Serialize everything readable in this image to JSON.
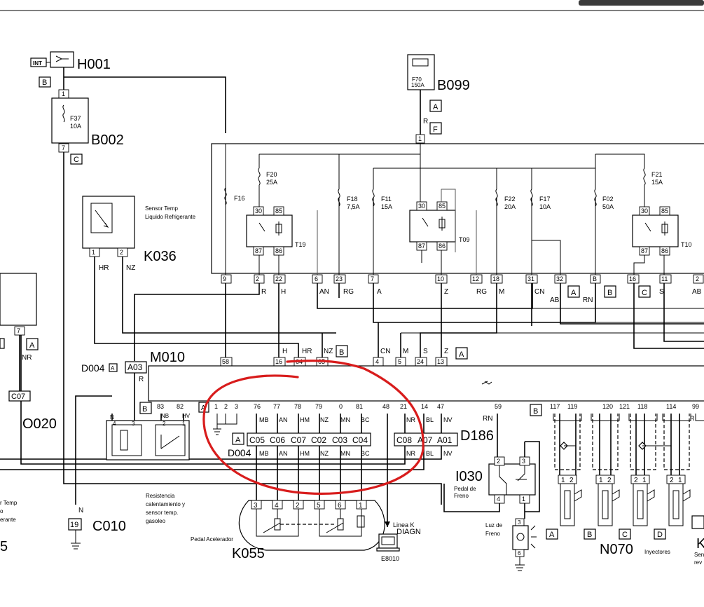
{
  "components": {
    "H001": "H001",
    "INT": "INT",
    "B002": "B002",
    "F37": "F37",
    "F37_amp": "10A",
    "B099": "B099",
    "F70": "F70",
    "F70_amp": "150A",
    "K036": "K036",
    "sensor_temp": "Sensor Temp",
    "liquido": "Liquido Refrigerante",
    "M010": "M010",
    "D004": "D004",
    "A03": "A03",
    "O020": "O020",
    "C07": "C07",
    "C010": "C010",
    "D186": "D186",
    "I030": "I030",
    "pedal_freno_1": "Pedal de",
    "pedal_freno_2": "Freno",
    "K055": "K055",
    "pedal_acel": "Pedal Acelerador",
    "E8010": "E8010",
    "linea_k": "Linea K",
    "diagn": "DIAGN",
    "N070": "N070",
    "inyectores": "Inyectores",
    "luz_1": "Luz de",
    "luz_2": "Freno",
    "res_1": "Resistencia",
    "res_2": "calentamiento y",
    "res_3": "sensor temp.",
    "res_4": "gasoleo",
    "left_5": "5",
    "left_temp_1": "r Temp",
    "left_temp_2": "o",
    "left_temp_3": "erante",
    "right_k": "K",
    "right_sens_1": "Sen",
    "right_sens_2": "rev"
  },
  "fuses": [
    {
      "id": "F16",
      "amp": ""
    },
    {
      "id": "F20",
      "amp": "25A"
    },
    {
      "id": "F18",
      "amp": "7,5A"
    },
    {
      "id": "F11",
      "amp": "15A"
    },
    {
      "id": "F22",
      "amp": "20A"
    },
    {
      "id": "F17",
      "amp": "10A"
    },
    {
      "id": "F02",
      "amp": "50A"
    },
    {
      "id": "F21",
      "amp": "15A"
    }
  ],
  "relays": [
    "T19",
    "T09",
    "T10"
  ],
  "relay_pins": [
    "30",
    "85",
    "87",
    "86"
  ],
  "box_pins": [
    "9",
    "2",
    "22",
    "6",
    "23",
    "7",
    "10",
    "12",
    "18",
    "31",
    "32",
    "B",
    "16",
    "11",
    "2"
  ],
  "box_wires": [
    "R",
    "H",
    "AN",
    "RG",
    "A",
    "Z",
    "RG",
    "M",
    "CN",
    "AB",
    "RN",
    "S",
    "AB"
  ],
  "m010_pins": [
    "58",
    "16",
    "64",
    "65",
    "4",
    "5",
    "24",
    "13"
  ],
  "m010_wires": [
    "H",
    "HR",
    "NZ",
    "CN",
    "M",
    "S",
    "Z"
  ],
  "d004_pins": [
    "83",
    "82",
    "A",
    "1",
    "2",
    "3",
    "76",
    "77",
    "78",
    "79",
    "0",
    "81",
    "48",
    "21",
    "14",
    "47",
    "59",
    "B",
    "117",
    "119",
    "120",
    "121",
    "118",
    "114",
    "99"
  ],
  "connector_pins": [
    "C05",
    "C06",
    "C07",
    "C02",
    "C03",
    "C04",
    "C08",
    "A07",
    "A01"
  ],
  "conn_wires_top": [
    "MB",
    "AN",
    "HM",
    "NZ",
    "MN",
    "BC",
    "NR",
    "BL",
    "NV"
  ],
  "conn_wires_bottom": [
    "MB",
    "AN",
    "HM",
    "NZ",
    "MN",
    "BC",
    "NR",
    "BL",
    "NV"
  ],
  "k055_pins": [
    "3",
    "4",
    "2",
    "5",
    "6",
    "1"
  ],
  "injector_labels": [
    "A",
    "B",
    "C",
    "D"
  ],
  "misc_labels": {
    "A": "A",
    "B": "B",
    "C": "C",
    "F": "F",
    "R": "R",
    "NR": "NR",
    "N": "N",
    "HR": "HR",
    "NZ": "NZ",
    "RN": "RN",
    "one": "1",
    "two": "2",
    "three": "3",
    "four": "4",
    "five": "5",
    "six": "6",
    "seven": "7",
    "nineteen": "19",
    "NB": "NB",
    "HV": "HV"
  }
}
